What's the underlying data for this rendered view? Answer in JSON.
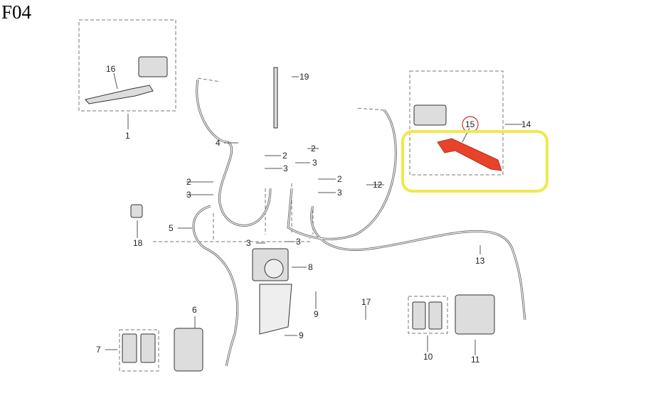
{
  "diagram_title": "F04",
  "callouts": [
    "16",
    "1",
    "19",
    "4",
    "2",
    "2",
    "3",
    "3",
    "2",
    "3",
    "2",
    "3",
    "5",
    "18",
    "3",
    "3",
    "8",
    "12",
    "14",
    "15",
    "13",
    "9",
    "9",
    "17",
    "6",
    "7",
    "10",
    "11"
  ],
  "colors": {
    "highlight": "#f2e84a",
    "selected_part": "#e8432a",
    "line": "#555555"
  }
}
